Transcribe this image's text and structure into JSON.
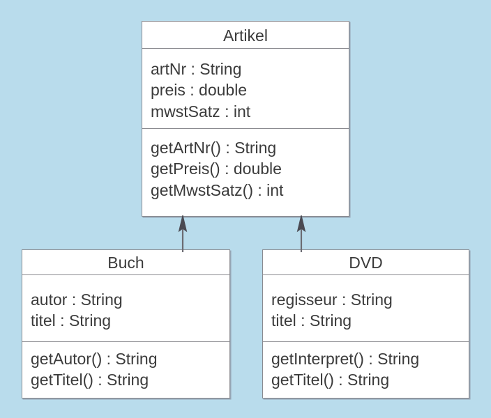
{
  "diagram": {
    "kind": "uml-class-diagram",
    "background_color": "#b9dcec",
    "box_fill_color": "#ffffff",
    "border_color": "#8a8a8f",
    "text_color": "#3b3b3b",
    "classes": [
      {
        "id": "artikel",
        "name": "Artikel",
        "attributes": [
          "artNr : String",
          "preis : double",
          "mwstSatz : int"
        ],
        "operations": [
          "getArtNr() : String",
          "getPreis() : double",
          "getMwstSatz() : int"
        ]
      },
      {
        "id": "buch",
        "name": "Buch",
        "attributes": [
          "autor : String",
          "titel : String"
        ],
        "operations": [
          "getAutor() : String",
          "getTitel() : String"
        ]
      },
      {
        "id": "dvd",
        "name": "DVD",
        "attributes": [
          "regisseur : String",
          "titel : String"
        ],
        "operations": [
          "getInterpret() : String",
          "getTitel() : String"
        ]
      }
    ],
    "relationships": [
      {
        "id": "buch-artikel",
        "type": "generalization",
        "from": "Buch",
        "to": "Artikel"
      },
      {
        "id": "dvd-artikel",
        "type": "generalization",
        "from": "DVD",
        "to": "Artikel"
      }
    ]
  }
}
